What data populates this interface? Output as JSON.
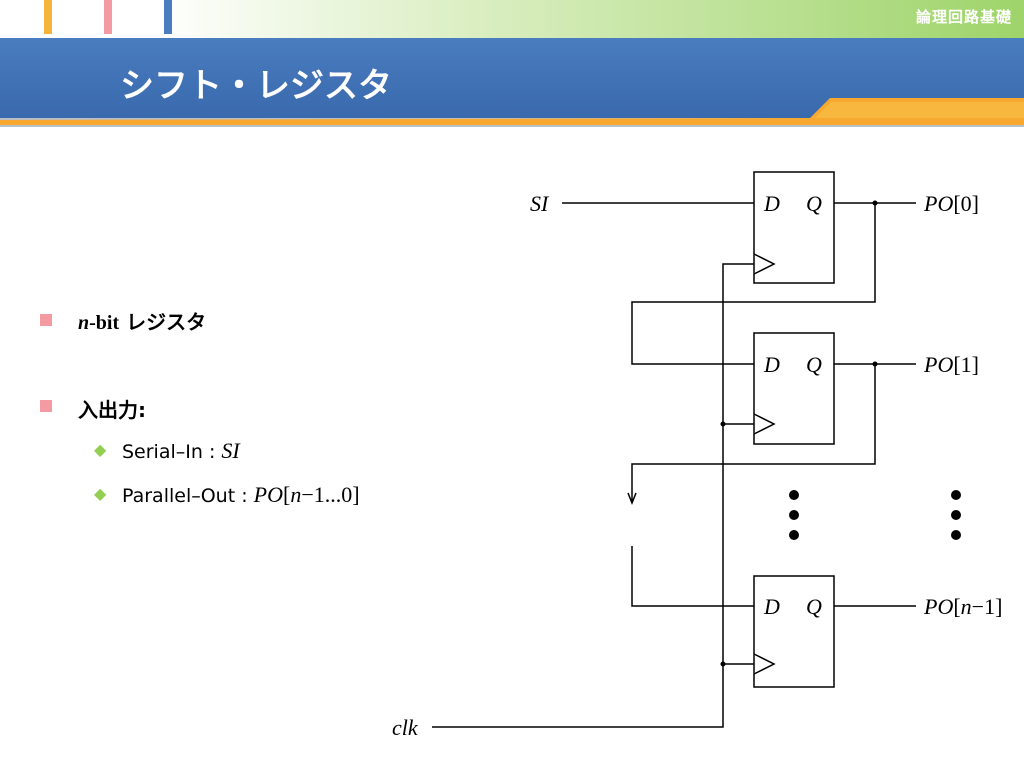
{
  "header": {
    "course_title": "論理回路基礎",
    "slide_title": "シフト・レジスタ",
    "accent_colors": [
      "#f6b33c",
      "#f39aa3",
      "#4a7cc0"
    ]
  },
  "bullets": {
    "item1": {
      "n": "n",
      "bit": "-bit",
      "label": "レジスタ"
    },
    "item2": {
      "label": "入出力",
      "colon": ":",
      "sub1": {
        "text": "Serial–In : ",
        "sym": "SI"
      },
      "sub2": {
        "text": "Parallel–Out : ",
        "po": "PO",
        "lb": "[",
        "n": "n",
        "rest": "−1...0]"
      }
    }
  },
  "circuit": {
    "input_label": "SI",
    "clock_label": "clk",
    "ff_d": "D",
    "ff_q": "Q",
    "out0": {
      "po": "PO",
      "idx": "[0]"
    },
    "out1": {
      "po": "PO",
      "idx": "[1]"
    },
    "outn": {
      "po": "PO",
      "lb": "[",
      "n": "n",
      "rest": "−1]"
    }
  }
}
